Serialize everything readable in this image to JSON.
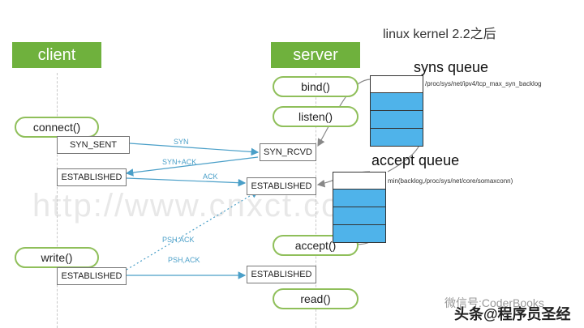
{
  "title": "linux  kernel 2.2之后",
  "watermark": "http://www.cnxct.com",
  "lanes": {
    "client": "client",
    "server": "server"
  },
  "client": {
    "connect_label": "connect()",
    "write_label": "write()",
    "states": [
      "SYN_SENT",
      "ESTABLISHED",
      "ESTABLISHED"
    ]
  },
  "server": {
    "bind_label": "bind()",
    "listen_label": "listen()",
    "accept_label": "accept()",
    "read_label": "read()",
    "states": [
      "SYN_RCVD",
      "ESTABLISHED",
      "ESTABLISHED"
    ]
  },
  "messages": [
    "SYN",
    "SYN+ACK",
    "ACK",
    "PSH,ACK",
    "PSH,ACK"
  ],
  "syns_queue": {
    "title": "syns queue",
    "path": "/proc/sys/net/ipv4/tcp_max_syn_backlog"
  },
  "accept_queue": {
    "title": "accept queue",
    "path": "min(backlog,/proc/sys/net/core/somaxconn)"
  },
  "footer": {
    "wechat": "微信号:CoderBooks",
    "account": "头条@程序员圣经"
  },
  "colors": {
    "lane": "#6fb13d",
    "queue_fill": "#4fb3ea",
    "arrow": "#4a9fc8",
    "pill_border": "#8fbf5a"
  }
}
